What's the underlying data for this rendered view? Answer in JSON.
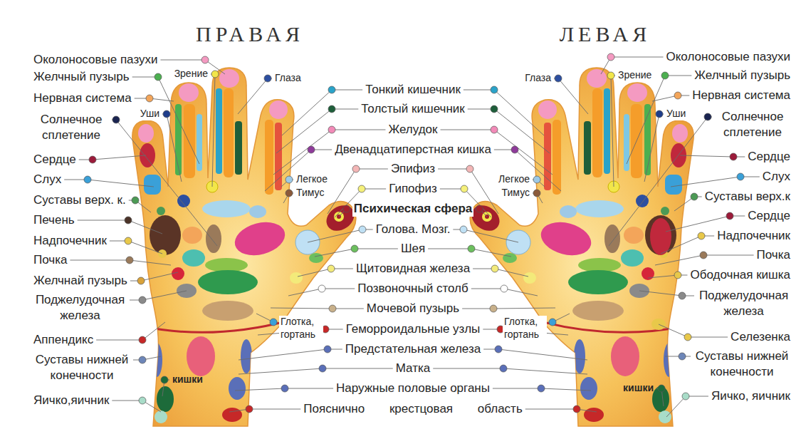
{
  "diagram": {
    "labels": [
      "ПРАВАЯ",
      "ЛЕВАЯ",
      "Околоносовые пазухи",
      "Желчный пузырь",
      "Зрение",
      "Глаза",
      "Нервная система",
      "Уши",
      "Солнечное сплетение",
      "Сердце",
      "Слух",
      "Суставы верх. к.",
      "Печень",
      "Надпочечник",
      "Почка",
      "Желчнай пузырь",
      "Поджелудочная железа",
      "Аппендикс",
      "Суставы нижней конечности",
      "кишки",
      "Яичко,яичник",
      "Тонкий кишечник",
      "Толстый кишечник",
      "Желудок",
      "Двенадцатиперстная кишка",
      "Эпифиз",
      "Легкое",
      "Легкое",
      "Гипофиз",
      "Тимус",
      "Тимус",
      "Психическая сфера",
      "Голова. Мозг.",
      "Шея",
      "Щитовидная железа",
      "Позвоночный столб",
      "Мочевой пузырь",
      "Глотка, гортань",
      "Глотка, гортань",
      "Геморроидальные узлы",
      "Предстательная железа",
      "Матка",
      "Наружные половые органы",
      "Пояснично крестцовая область",
      "Околоносовые пазухи",
      "Зрение",
      "Желчный пузырь",
      "Глаза",
      "Нервная система",
      "Уши",
      "Солнечное сплетение",
      "Сердце",
      "Слух",
      "Суставы верх.к",
      "Сердце",
      "Надпочечник",
      "Почка",
      "Ободочная кишка",
      "Поджелудочная железа",
      "Селезенка",
      "Суставы нижней конечности",
      "кишки",
      "Яичко, яичник"
    ]
  }
}
